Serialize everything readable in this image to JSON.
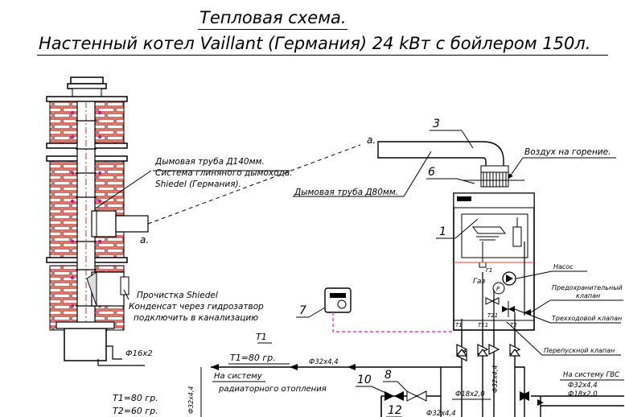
{
  "title_line1": "Тепловая схема.",
  "title_line2": "Настенный котел Vaillant (Германия) 24 kВт с бойлером 150л.",
  "labels": {
    "chimney_desc_1": "Дымовая труба Д140мм.",
    "chimney_desc_2": "Система глиняного дымохода.",
    "chimney_desc_3": "Shiedel (Германия).",
    "flue_pipe": "Дымовая труба Д80мм.",
    "air_combustion": "Воздух на горение.",
    "point_a_top": "а.",
    "point_a_left": "а.",
    "cleaning_1": "Прочистка Shiedel",
    "cleaning_2": "Конденсат через гидрозатвор",
    "cleaning_3": "подключить в канализацию",
    "pipe_16": "Ф16х2",
    "gas": "Газ",
    "pump": "Насос",
    "safety_valve_1": "Предохранительный",
    "safety_valve_2": "клапан",
    "three_way_valve": "Трехходовой клапан",
    "bypass_valve": "Перепускной клапан",
    "t1_label": "Т1",
    "t1_80": "Т1=80 гр.",
    "pipe_32_1": "Ф32х4,4",
    "pipe_32_2": "Ф32х4,4",
    "pipe_32_3": "Ф32х4,4",
    "pipe_32_4": "Ф32х4,4",
    "pipe_32_5": "Ф32х4,4",
    "pipe_18_1": "Ф18х2,0",
    "pipe_18_2": "Ф18х2,0",
    "heating_system_1": "На систему",
    "heating_system_2": "радиаторного отопления",
    "dhw_system": "На систему ГВС",
    "t1_80_bottom": "Т1=80 гр.",
    "t2_60_bottom": "Т2=60 гр.",
    "pt": "Р",
    "t11": "Т11",
    "t12": "Т2",
    "t21": "Т21",
    "t1_small": "Т1",
    "g1": "Г1"
  },
  "callouts": [
    "1",
    "3",
    "6",
    "7",
    "8",
    "10",
    "12"
  ]
}
